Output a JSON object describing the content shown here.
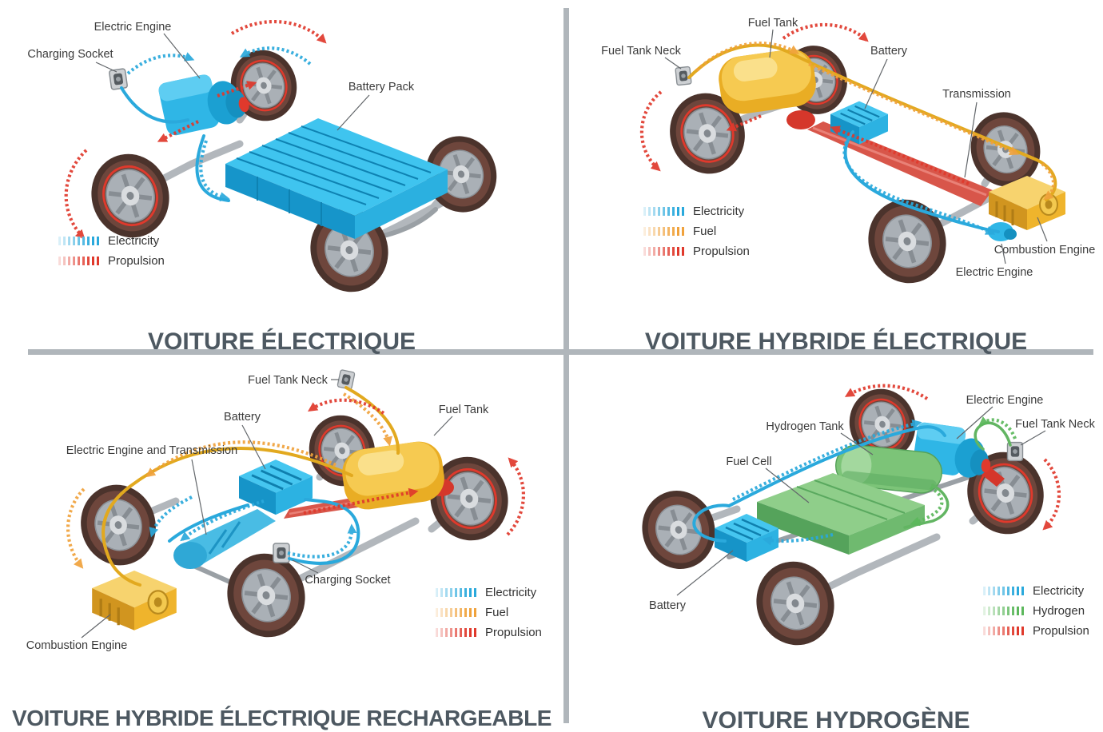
{
  "colors": {
    "electricity": "#2aa9dc",
    "fuel": "#f0a23c",
    "propulsion": "#e0392c",
    "hydrogen": "#5cb85c",
    "title": "#4d5861",
    "divider": "#b0b6bb"
  },
  "quadrants": {
    "electric": {
      "title": "VOITURE ÉLECTRIQUE",
      "labels": {
        "electric_engine": "Electric Engine",
        "charging_socket": "Charging Socket",
        "battery_pack": "Battery Pack"
      },
      "legend": [
        {
          "name": "Electricity",
          "color": "#2aa9dc"
        },
        {
          "name": "Propulsion",
          "color": "#e0392c"
        }
      ]
    },
    "hybrid": {
      "title": "VOITURE HYBRIDE ÉLECTRIQUE",
      "labels": {
        "fuel_tank": "Fuel Tank",
        "fuel_tank_neck": "Fuel Tank Neck",
        "battery": "Battery",
        "transmission": "Transmission",
        "combustion_engine": "Combustion Engine",
        "electric_engine": "Electric Engine"
      },
      "legend": [
        {
          "name": "Electricity",
          "color": "#2aa9dc"
        },
        {
          "name": "Fuel",
          "color": "#f0a23c"
        },
        {
          "name": "Propulsion",
          "color": "#e0392c"
        }
      ]
    },
    "plugin_hybrid": {
      "title": "VOITURE HYBRIDE ÉLECTRIQUE RECHARGEABLE",
      "labels": {
        "fuel_tank_neck": "Fuel Tank Neck",
        "battery": "Battery",
        "fuel_tank": "Fuel Tank",
        "electric_engine_and_transmission": "Electric Engine and Transmission",
        "charging_socket": "Charging Socket",
        "combustion_engine": "Combustion Engine"
      },
      "legend": [
        {
          "name": "Electricity",
          "color": "#2aa9dc"
        },
        {
          "name": "Fuel",
          "color": "#f0a23c"
        },
        {
          "name": "Propulsion",
          "color": "#e0392c"
        }
      ]
    },
    "hydrogen": {
      "title": "VOITURE HYDROGÈNE",
      "labels": {
        "electric_engine": "Electric Engine",
        "hydrogen_tank": "Hydrogen Tank",
        "fuel_tank_neck": "Fuel Tank Neck",
        "fuel_cell": "Fuel Cell",
        "battery": "Battery"
      },
      "legend": [
        {
          "name": "Electricity",
          "color": "#2aa9dc"
        },
        {
          "name": "Hydrogen",
          "color": "#5cb85c"
        },
        {
          "name": "Propulsion",
          "color": "#e0392c"
        }
      ]
    }
  }
}
